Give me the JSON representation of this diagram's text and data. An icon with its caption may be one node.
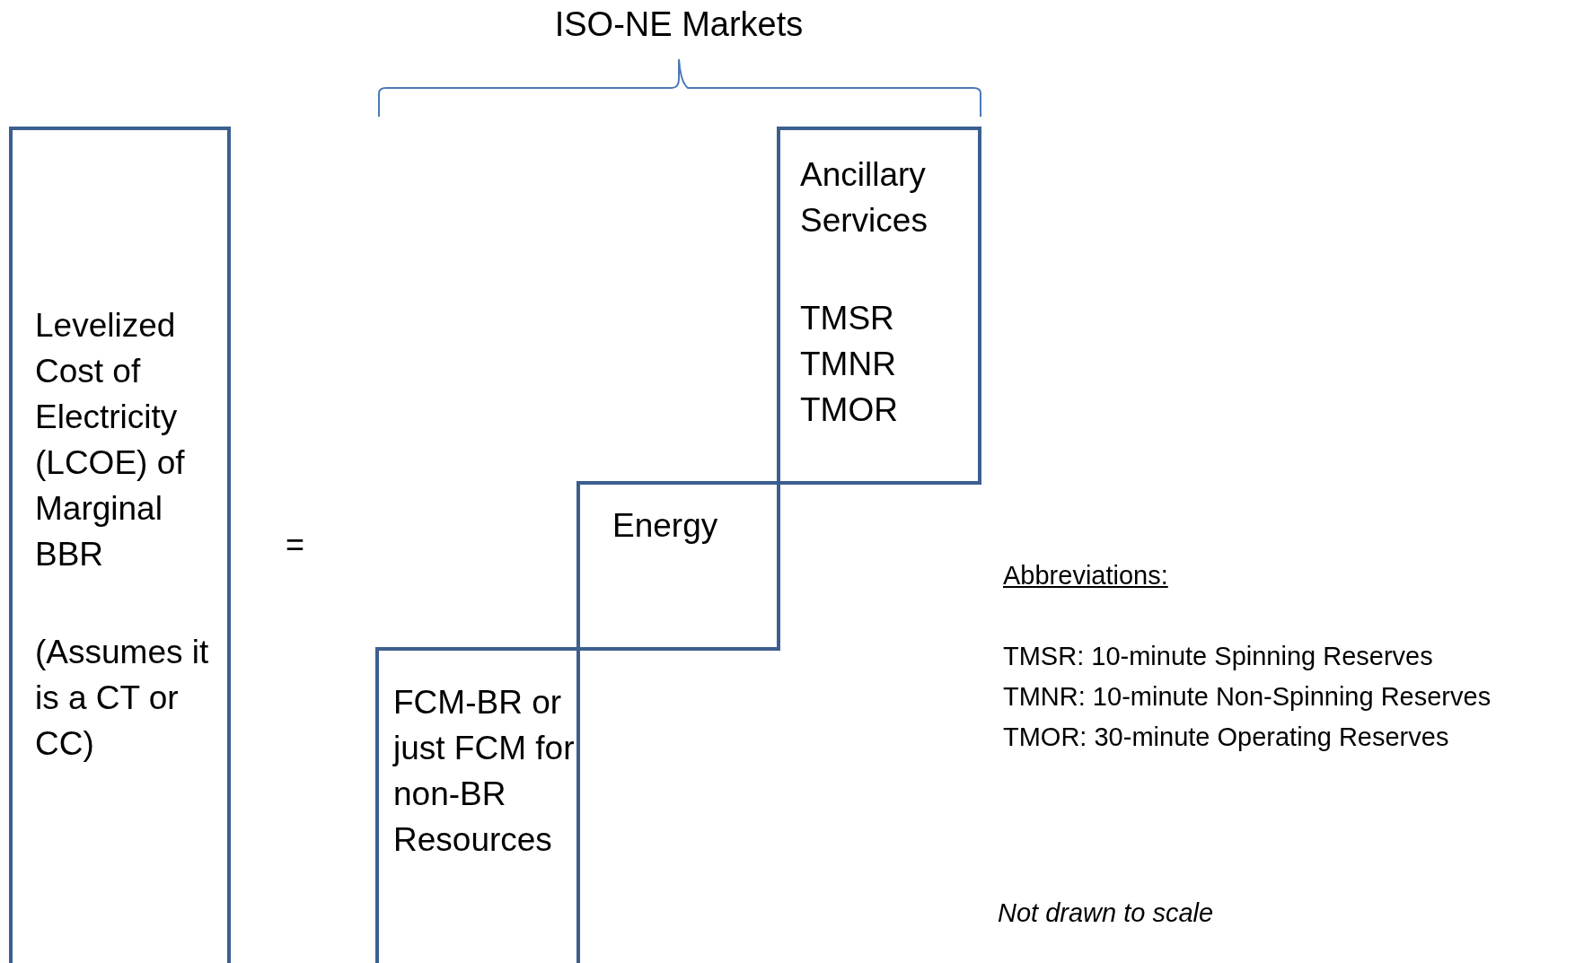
{
  "diagram": {
    "title": "ISO-NE Markets",
    "nodes": [
      {
        "text": [
          "Levelized Cost of Electricity (LCOE) of Marginal BBR",
          "(Assumes it is a CT or CC)"
        ]
      },
      {
        "text": [
          "Ancillary Services",
          "TMSR TMNR TMOR"
        ]
      },
      {
        "text": [
          "Energy"
        ]
      },
      {
        "text": [
          "FCM-BR or just FCM for non-BR Resources"
        ]
      }
    ],
    "edges": [],
    "labels": [
      "=",
      "Abbreviations:",
      "TMSR: 10-minute Spinning Reserves",
      "TMNR: 10-minute Non-Spinning Reserves",
      "TMOR: 30-minute Operating Reserves",
      "Not drawn to scale"
    ]
  }
}
